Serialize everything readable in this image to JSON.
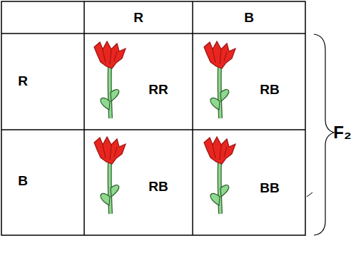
{
  "diagram": {
    "labels": [
      "R",
      "B",
      "R",
      "RR",
      "RB",
      "B",
      "RB",
      "BB",
      "F₂"
    ]
  }
}
